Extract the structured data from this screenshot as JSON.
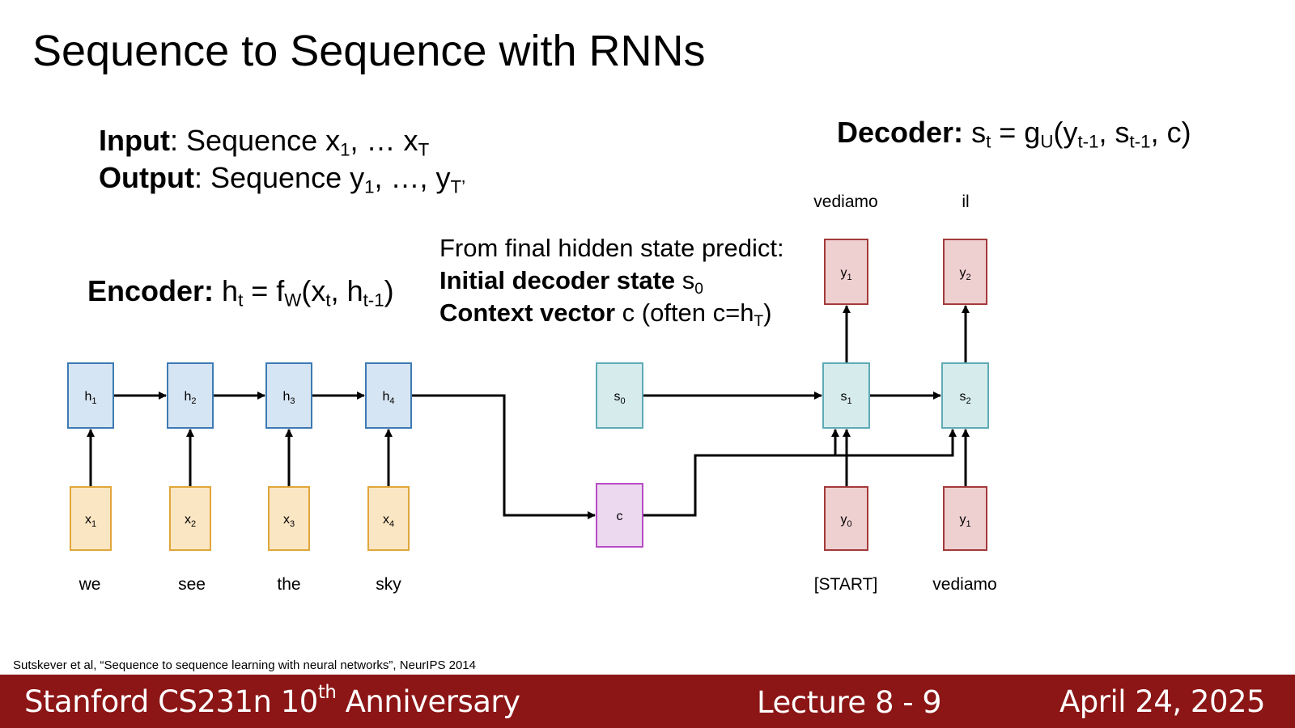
{
  "slide": {
    "title": "Sequence to Sequence with RNNs",
    "citation": "Sutskever et al, “Sequence to sequence learning with neural networks”, NeurIPS 2014"
  },
  "labels": {
    "input_bold": "Input",
    "input_rest": ": Sequence x",
    "input_sub1": "1",
    "input_mid": ", … x",
    "input_subT": "T",
    "output_bold": "Output",
    "output_rest": ": Sequence y",
    "output_sub1": "1",
    "output_mid": ", …, y",
    "output_subT": "T’",
    "decoder_bold": "Decoder:",
    "decoder_formula": "s",
    "decoder_formula_sub_t": "t",
    "decoder_formula_mid": " = g",
    "decoder_formula_sub_u": "U",
    "decoder_formula_args1": "(y",
    "decoder_formula_sub_t1": "t-1",
    "decoder_formula_args2": ", s",
    "decoder_formula_sub_t1b": "t-1",
    "decoder_formula_args3": ", c)",
    "encoder_bold": "Encoder:",
    "encoder_formula": " h",
    "encoder_formula_sub_t": "t",
    "encoder_formula_mid": " = f",
    "encoder_formula_sub_w": "W",
    "encoder_formula_args1": "(x",
    "encoder_formula_sub_t2": "t",
    "encoder_formula_args2": ", h",
    "encoder_formula_sub_t1": "t-1",
    "encoder_formula_args3": ")",
    "predict_line1": "From final hidden state predict:",
    "predict_line2_bold": "Initial decoder state",
    "predict_line2_rest": " s",
    "predict_line2_sub": "0",
    "predict_line3_bold": "Context vector",
    "predict_line3_rest": " c (often c=h",
    "predict_line3_sub": "T",
    "predict_line3_end": ")"
  },
  "words": {
    "inputs": [
      "we",
      "see",
      "the",
      "sky"
    ],
    "decoder_inputs": [
      "[START]",
      "vediamo"
    ],
    "decoder_outputs": [
      "vediamo",
      "il"
    ]
  },
  "nodes": {
    "hidden": [
      {
        "base": "h",
        "sub": "1"
      },
      {
        "base": "h",
        "sub": "2"
      },
      {
        "base": "h",
        "sub": "3"
      },
      {
        "base": "h",
        "sub": "4"
      }
    ],
    "inputs": [
      {
        "base": "x",
        "sub": "1"
      },
      {
        "base": "x",
        "sub": "2"
      },
      {
        "base": "x",
        "sub": "3"
      },
      {
        "base": "x",
        "sub": "4"
      }
    ],
    "s0": {
      "base": "s",
      "sub": "0"
    },
    "context": {
      "base": "c",
      "sub": ""
    },
    "dec_states": [
      {
        "base": "s",
        "sub": "1"
      },
      {
        "base": "s",
        "sub": "2"
      }
    ],
    "dec_inputs": [
      {
        "base": "y",
        "sub": "0"
      },
      {
        "base": "y",
        "sub": "1"
      }
    ],
    "dec_outputs": [
      {
        "base": "y",
        "sub": "1"
      },
      {
        "base": "y",
        "sub": "2"
      }
    ]
  },
  "colors": {
    "hidden_fill": "#d6e5f3",
    "hidden_stroke": "#3d7ab3",
    "input_fill": "#fbe6c4",
    "input_stroke": "#e0a63b",
    "dec_fill": "#d6ecec",
    "dec_stroke": "#5eaab6",
    "ctx_fill": "#ecd9f0",
    "ctx_stroke": "#b74cc5",
    "out_fill": "#efd0d0",
    "out_stroke": "#a33a3a",
    "footer_bg": "#8c1515"
  },
  "footer": {
    "course": "Stanford CS231n 10",
    "course_sup": "th",
    "course_end": " Anniversary",
    "lecture": "Lecture 8 - ",
    "page": "9",
    "date": "April 24, 2025"
  }
}
